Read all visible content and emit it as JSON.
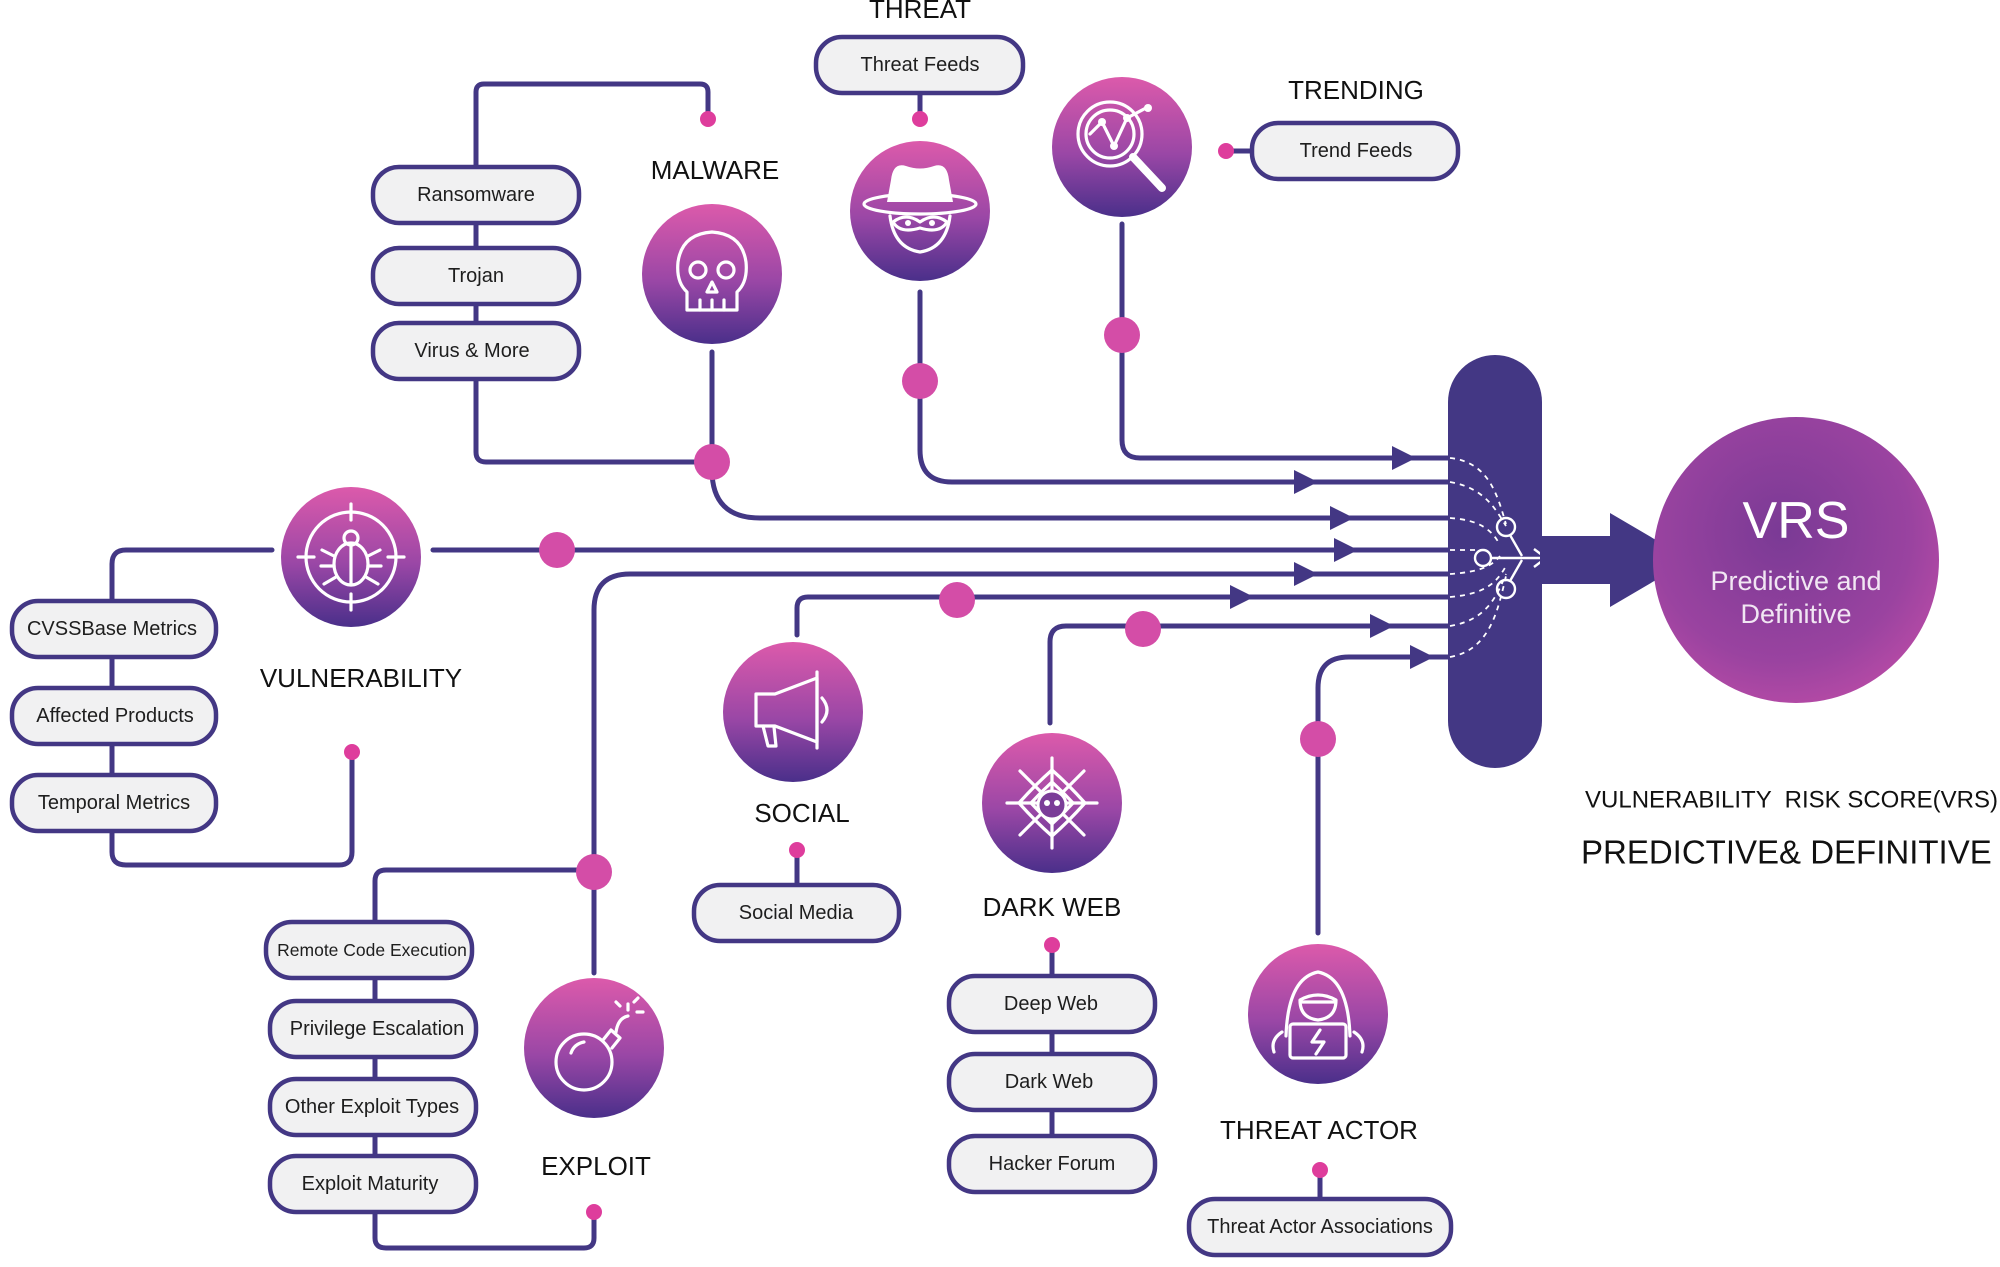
{
  "categories": {
    "threat": {
      "label": "THREAT",
      "items": [
        "Threat Feeds"
      ],
      "icon": "spy-icon"
    },
    "trending": {
      "label": "TRENDING",
      "items": [
        "Trend Feeds"
      ],
      "icon": "trend-magnifier-icon"
    },
    "malware": {
      "label": "MALWARE",
      "items": [
        "Ransomware",
        "Trojan",
        "Virus & More"
      ],
      "icon": "skull-icon"
    },
    "vulnerability": {
      "label": "VULNERABILITY",
      "items": [
        "CVSSBase Metrics",
        "Affected Products",
        "Temporal Metrics"
      ],
      "icon": "bug-target-icon"
    },
    "social": {
      "label": "SOCIAL",
      "items": [
        "Social Media"
      ],
      "icon": "megaphone-icon"
    },
    "dark_web": {
      "label": "DARK WEB",
      "items": [
        "Deep Web",
        "Dark Web",
        "Hacker Forum"
      ],
      "icon": "spiderweb-icon"
    },
    "exploit": {
      "label": "EXPLOIT",
      "items": [
        "Remote Code Execution",
        "Privilege Escalation",
        "Other Exploit Types",
        "Exploit Maturity"
      ],
      "icon": "bomb-icon"
    },
    "threat_actor": {
      "label": "THREAT ACTOR",
      "items": [
        "Threat Actor Associations"
      ],
      "icon": "hacker-icon"
    }
  },
  "vrs": {
    "title": "VRS",
    "subtitle_line1": "Predictive and",
    "subtitle_line2": "Definitive",
    "caption_line1": "VULNERABILITY  RISK SCORE(VRS)",
    "caption_line2": "PREDICTIVE& DEFINITIVE"
  },
  "colors": {
    "line": "#433784",
    "dot": "#d44da7",
    "gradient_top": "#d957a8",
    "gradient_bottom": "#4c2f8c",
    "pill_fill": "#f1f1f2",
    "vrs_outer": "#b24aa3",
    "vrs_inner": "#7c3d96"
  }
}
